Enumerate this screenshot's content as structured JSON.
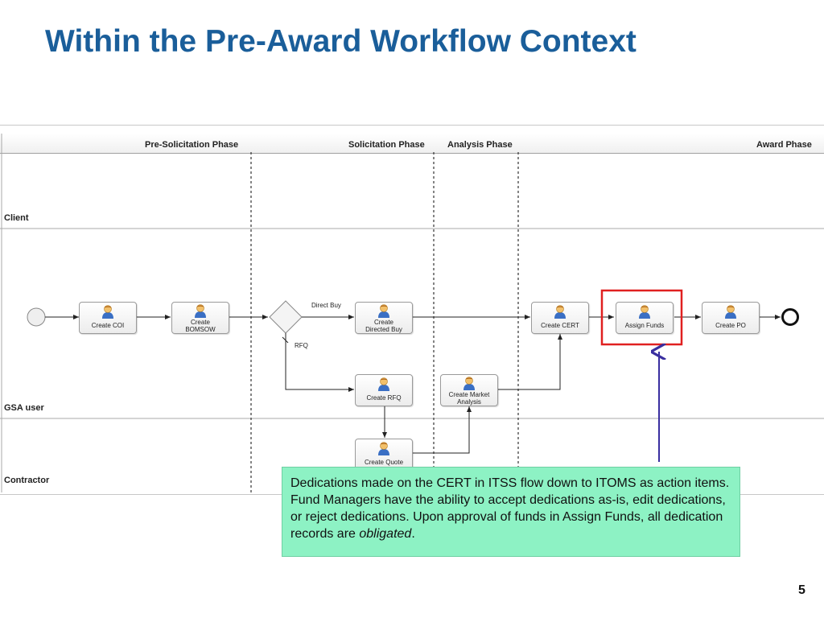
{
  "slide": {
    "title": "Within the Pre-Award Workflow Context",
    "page_number": "5"
  },
  "diagram": {
    "phases": [
      "Pre-Solicitation Phase",
      "Solicitation Phase",
      "Analysis Phase",
      "Award Phase"
    ],
    "lanes": [
      "Client",
      "GSA user",
      "Contractor"
    ],
    "tasks": {
      "create_coi": "Create COI",
      "create_bomsow_1": "Create",
      "create_bomsow_2": "BOMSOW",
      "create_directed_buy_1": "Create",
      "create_directed_buy_2": "Directed Buy",
      "create_cert": "Create CERT",
      "assign_funds": "Assign Funds",
      "create_po": "Create PO",
      "create_rfq": "Create RFQ",
      "create_market_analysis_1": "Create Market",
      "create_market_analysis_2": "Analysis",
      "create_quote": "Create Quote"
    },
    "edge_labels": {
      "direct_buy": "Direct Buy",
      "rfq": "RFQ"
    },
    "highlight_color": "#e02020",
    "pointer_arrow_color": "#3a2fa0"
  },
  "callout": {
    "text_main": "Dedications made on the CERT in ITSS flow down to ITOMS as action items.  Fund Managers have the ability to accept dedications as-is, edit dedications, or reject dedications.  Upon approval of funds in Assign Funds, all dedication records are ",
    "text_emphasis": "obligated",
    "text_end": ".",
    "background_color": "#8df2c4"
  }
}
